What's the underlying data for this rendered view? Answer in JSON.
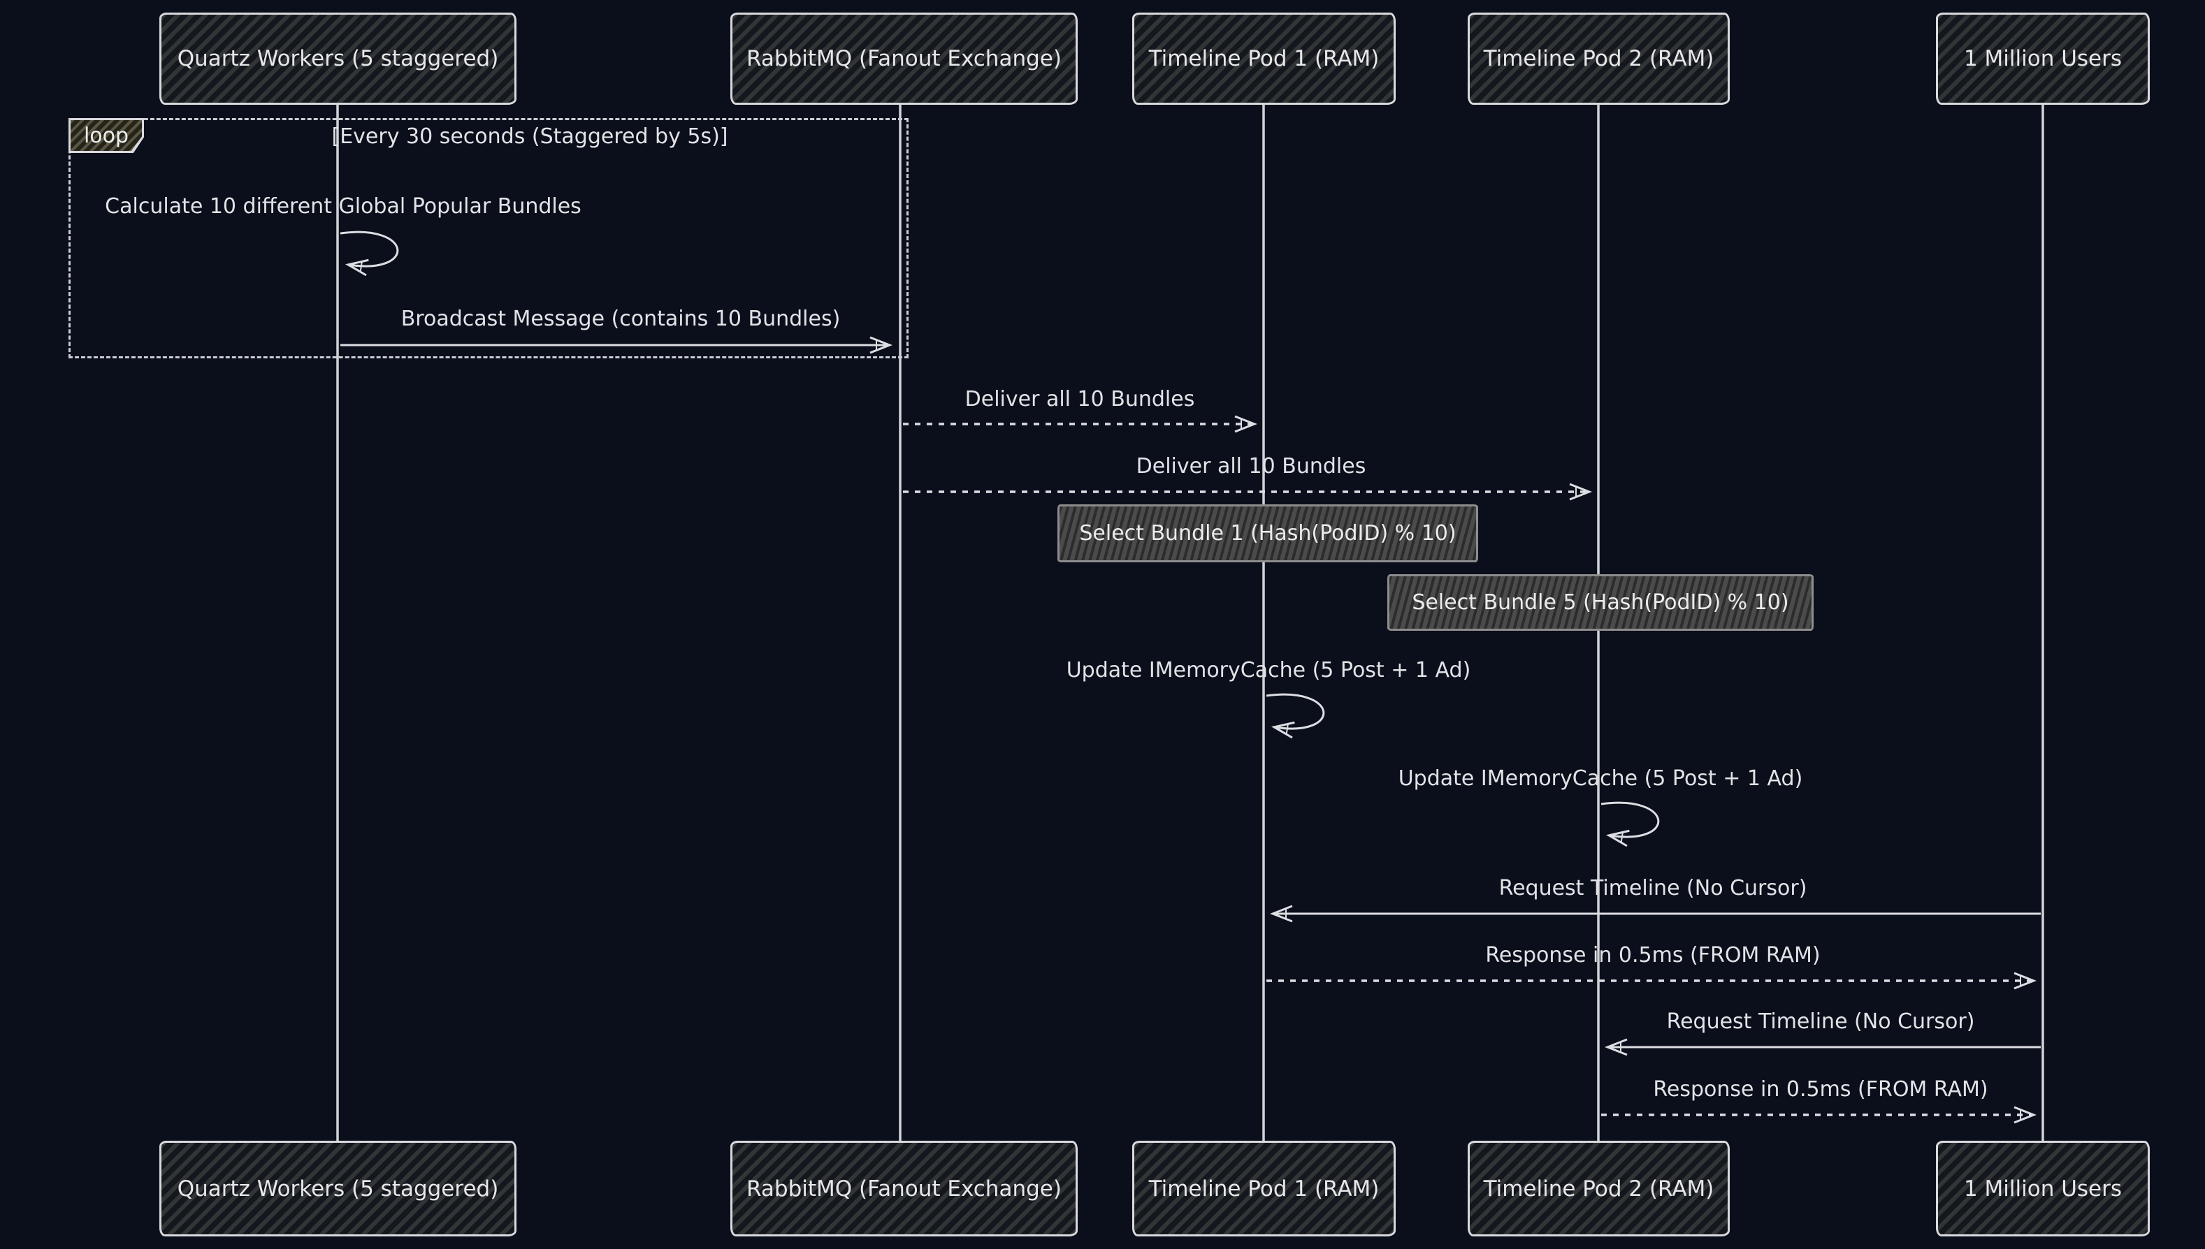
{
  "diagram": {
    "type": "sequence-diagram",
    "style": "hand-drawn-dark",
    "colors": {
      "background": "#0b0f1b",
      "stroke": "#dcdee3",
      "text": "#e4e4e6",
      "actor_fill": "#14171e",
      "actor_hatch": "#babda6",
      "note_fill": "#4b4b4b",
      "note_border": "#8d8d8d",
      "loop_border": "#c9ccd3"
    }
  },
  "actors": [
    {
      "id": "quartz",
      "label": "Quartz Workers (5 staggered)"
    },
    {
      "id": "rabbitmq",
      "label": "RabbitMQ (Fanout Exchange)"
    },
    {
      "id": "pod1",
      "label": "Timeline Pod 1 (RAM)"
    },
    {
      "id": "pod2",
      "label": "Timeline Pod 2 (RAM)"
    },
    {
      "id": "users",
      "label": "1 Million Users"
    }
  ],
  "loop": {
    "label": "loop",
    "condition": "[Every 30 seconds (Staggered by 5s)]"
  },
  "messages": [
    {
      "text": "Calculate 10 different Global Popular Bundles",
      "from": "quartz",
      "to": "quartz",
      "line": "self"
    },
    {
      "text": "Broadcast Message (contains 10 Bundles)",
      "from": "quartz",
      "to": "rabbitmq",
      "line": "solid"
    },
    {
      "text": "Deliver all 10 Bundles",
      "from": "rabbitmq",
      "to": "pod1",
      "line": "dashed"
    },
    {
      "text": "Deliver all 10 Bundles",
      "from": "rabbitmq",
      "to": "pod2",
      "line": "dashed"
    },
    {
      "text": "Update IMemoryCache (5 Post + 1 Ad)",
      "from": "pod1",
      "to": "pod1",
      "line": "self"
    },
    {
      "text": "Update IMemoryCache (5 Post + 1 Ad)",
      "from": "pod2",
      "to": "pod2",
      "line": "self"
    },
    {
      "text": "Request Timeline (No Cursor)",
      "from": "users",
      "to": "pod1",
      "line": "solid"
    },
    {
      "text": "Response in 0.5ms (FROM RAM)",
      "from": "pod1",
      "to": "users",
      "line": "dashed"
    },
    {
      "text": "Request Timeline (No Cursor)",
      "from": "users",
      "to": "pod2",
      "line": "solid"
    },
    {
      "text": "Response in 0.5ms (FROM RAM)",
      "from": "pod2",
      "to": "users",
      "line": "dashed"
    }
  ],
  "notes": [
    {
      "text": "Select Bundle 1 (Hash(PodID) % 10)",
      "over": "pod1"
    },
    {
      "text": "Select Bundle 5 (Hash(PodID) % 10)",
      "over": "pod2"
    }
  ]
}
